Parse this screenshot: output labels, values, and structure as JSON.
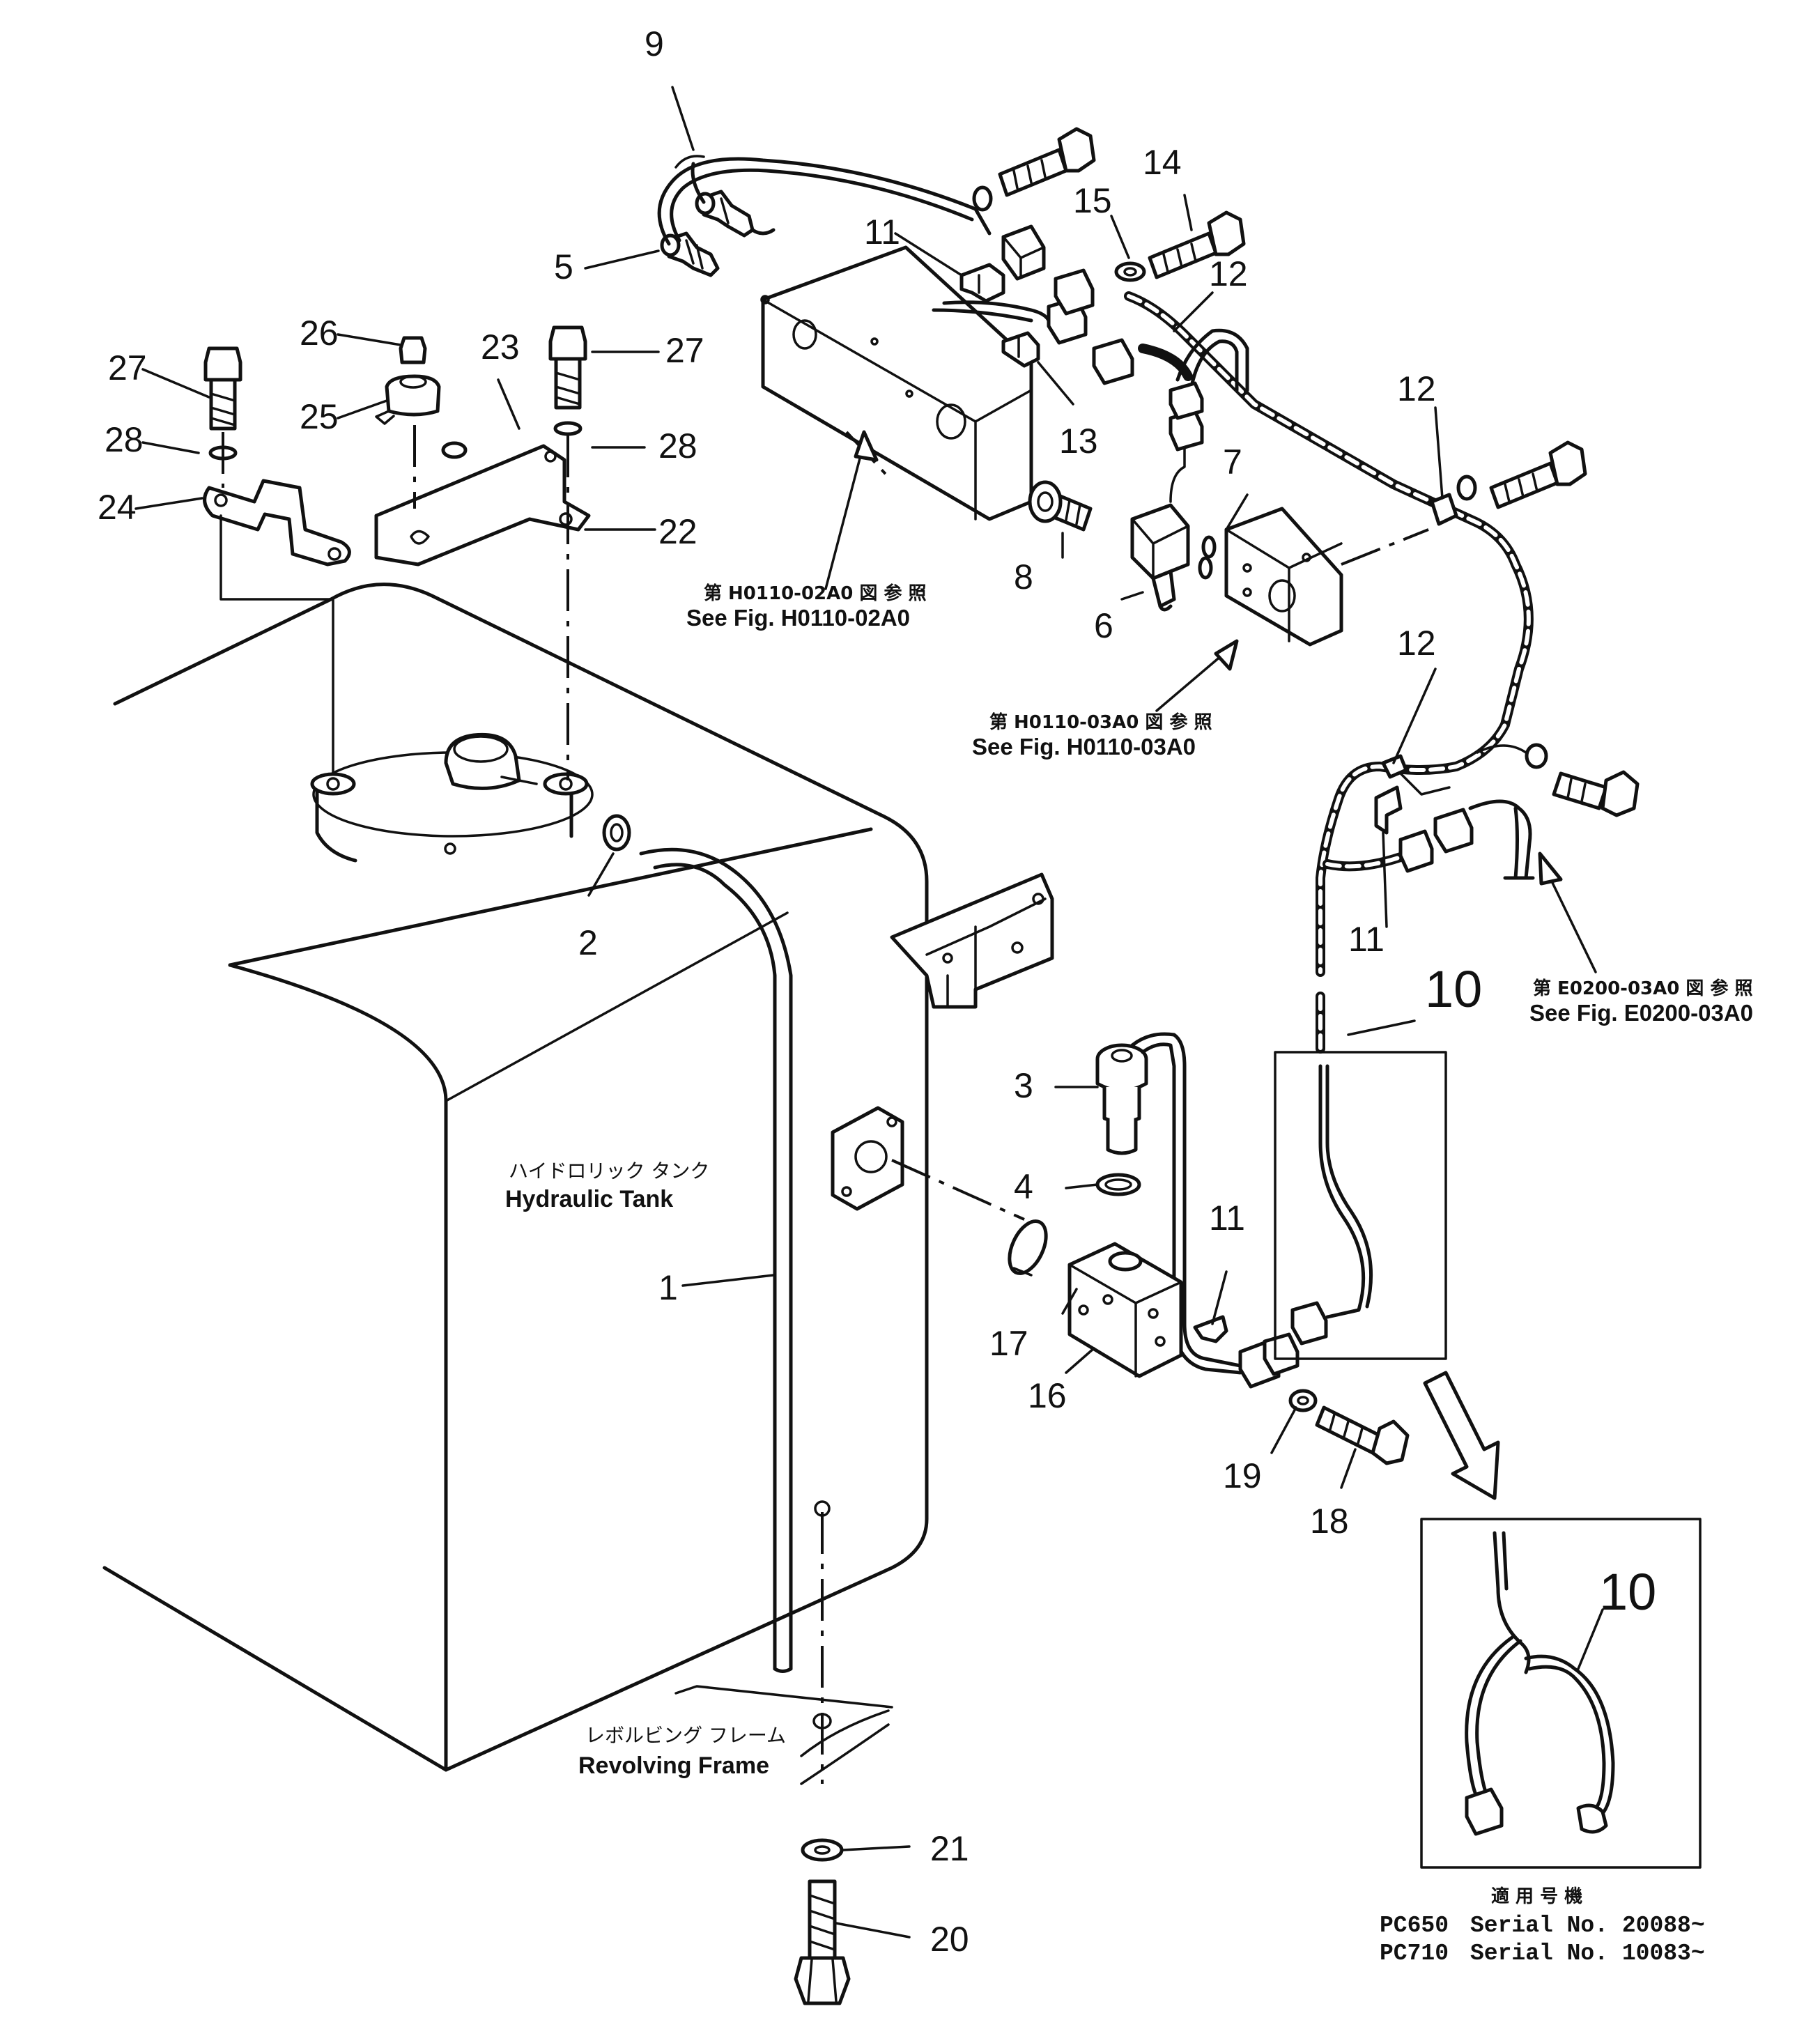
{
  "callouts": {
    "c1": "1",
    "c2": "2",
    "c3": "3",
    "c4": "4",
    "c5": "5",
    "c6": "6",
    "c7": "7",
    "c8": "8",
    "c9": "9",
    "c10": "10",
    "c10b": "10",
    "c11a": "11",
    "c11b": "11",
    "c11c": "11",
    "c12a": "12",
    "c12b": "12",
    "c12c": "12",
    "c13": "13",
    "c14": "14",
    "c15": "15",
    "c16": "16",
    "c17": "17",
    "c18": "18",
    "c19": "19",
    "c20": "20",
    "c21": "21",
    "c22": "22",
    "c23": "23",
    "c24": "24",
    "c25": "25",
    "c26": "26",
    "c27a": "27",
    "c27b": "27",
    "c28a": "28",
    "c28b": "28"
  },
  "references": {
    "fig_02": {
      "jp": "第 H0110-02A0 図 参 照",
      "en": "See Fig. H0110-02A0"
    },
    "fig_03": {
      "jp": "第 H0110-03A0 図 参 照",
      "en": "See Fig. H0110-03A0"
    },
    "fig_e02": {
      "jp": "第 E0200-03A0 図 参 照",
      "en": "See Fig. E0200-03A0"
    }
  },
  "component_labels": {
    "hydraulic_tank": {
      "jp": "ハイドロリック タンク",
      "en": "Hydraulic Tank"
    },
    "revolving_frame": {
      "jp": "レボルビング フレーム",
      "en": "Revolving Frame"
    }
  },
  "serial_note": {
    "title": "適 用 号 機",
    "rows": [
      {
        "model": "PC650",
        "text": "Serial  No.  20088~"
      },
      {
        "model": "PC710",
        "text": "Serial  No.  10083~"
      }
    ]
  }
}
